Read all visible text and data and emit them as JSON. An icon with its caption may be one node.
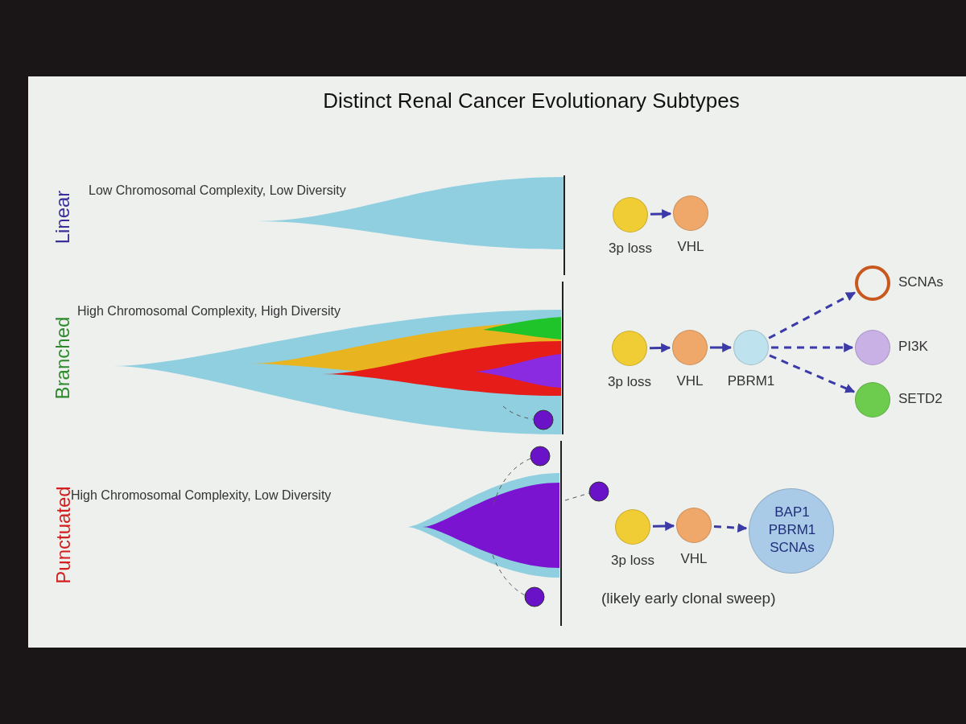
{
  "diagram": {
    "title": "Distinct Renal Cancer Evolutionary Subtypes",
    "nodes": [
      {
        "text": [
          "3p loss"
        ]
      },
      {
        "text": [
          "VHL"
        ]
      },
      {
        "text": [
          "3p loss"
        ]
      },
      {
        "text": [
          "VHL"
        ]
      },
      {
        "text": [
          "PBRM1"
        ]
      },
      {
        "text": [
          "SCNAs"
        ]
      },
      {
        "text": [
          "PI3K"
        ]
      },
      {
        "text": [
          "SETD2"
        ]
      },
      {
        "text": [
          "3p loss"
        ]
      },
      {
        "text": [
          "VHL"
        ]
      },
      {
        "text": [
          "BAP1 PBRM1 SCNAs"
        ]
      }
    ],
    "edges": [
      {
        "from": 0,
        "to": 1,
        "arrow": "to"
      },
      {
        "from": 2,
        "to": 3,
        "arrow": "to"
      },
      {
        "from": 3,
        "to": 4,
        "arrow": "to"
      },
      {
        "from": 4,
        "to": 5,
        "arrow": "to",
        "style": "dashed"
      },
      {
        "from": 4,
        "to": 6,
        "arrow": "to",
        "style": "dashed"
      },
      {
        "from": 4,
        "to": 7,
        "arrow": "to",
        "style": "dashed"
      },
      {
        "from": 8,
        "to": 9,
        "arrow": "to"
      },
      {
        "from": 9,
        "to": 10,
        "arrow": "to",
        "style": "dashed"
      }
    ],
    "labels": [
      "Linear",
      "Low Chromosomal Complexity, Low Diversity",
      "Branched",
      "High Chromosomal Complexity, High Diversity",
      "Punctuated",
      "High Chromosomal Complexity, Low Diversity",
      "(likely early clonal sweep)"
    ]
  }
}
